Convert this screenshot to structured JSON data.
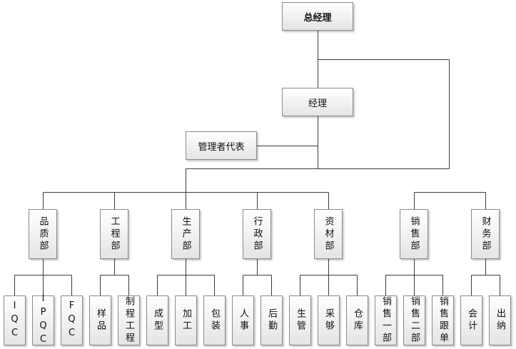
{
  "org": {
    "gm": "总经理",
    "mgr": "经理",
    "rep": "管理者代表",
    "depts": {
      "quality": "品质部",
      "engineering": "工程部",
      "production": "生产部",
      "admin": "行政部",
      "materials": "资材部",
      "sales": "销售部",
      "finance": "财务部"
    },
    "subs": {
      "iqc": "IQC",
      "ipqc": "IPQC",
      "fqc": "FQC",
      "sample": "样品",
      "process_eng": "制程工程",
      "molding": "成型",
      "processing": "加工",
      "packing": "包装",
      "hr": "人事",
      "logistics": "后勤",
      "prod_control": "生管",
      "purchasing": "采够",
      "warehouse": "仓库",
      "sales1": "销售一部",
      "sales2": "销售二部",
      "sales_follow": "销售跟单",
      "accounting": "会计",
      "cashier": "出纳"
    }
  }
}
